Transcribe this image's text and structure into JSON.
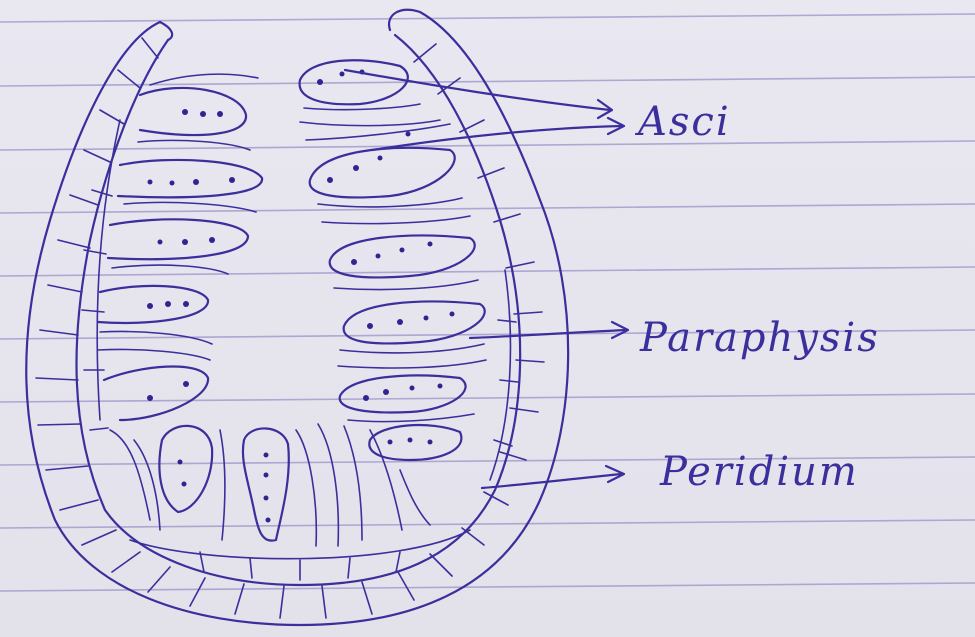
{
  "diagram": {
    "labels": {
      "asci": "Asci",
      "paraphysis": "Paraphysis",
      "peridium": "Peridium"
    }
  },
  "colors": {
    "ink": "#3a2f9c",
    "paper": "#e6e3ee",
    "ruled_lines": "#9b93c9"
  }
}
